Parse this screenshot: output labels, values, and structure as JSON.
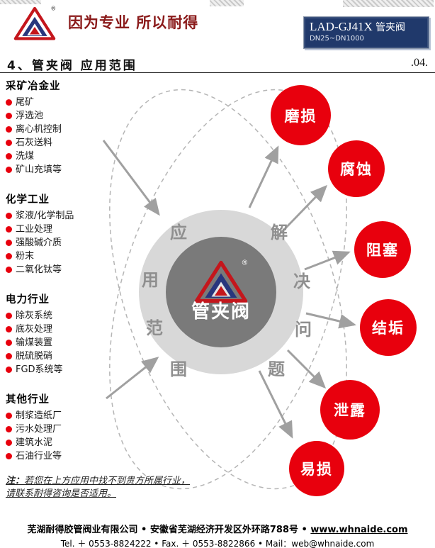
{
  "logo": {
    "reg_mark": "®"
  },
  "header": {
    "slogan": "因为专业 所以耐得",
    "product_box": {
      "model": "LAD-GJ41X",
      "name": "管夹阀",
      "range": "DN25~DN1000"
    }
  },
  "section": {
    "title": "4、管夹阀 应用范围",
    "page_number": ".04."
  },
  "industries": {
    "sections": [
      {
        "title": "采矿冶金业",
        "items": [
          "尾矿",
          "浮选池",
          "离心机控制",
          "石灰送料",
          "洗煤",
          "矿山充填等"
        ]
      },
      {
        "title": "化学工业",
        "items": [
          "浆液/化学制品",
          "工业处理",
          "强酸碱介质",
          "粉末",
          "二氧化钛等"
        ]
      },
      {
        "title": "电力行业",
        "items": [
          "除灰系统",
          "底灰处理",
          "输煤装置",
          "脱硫脱硝",
          "FGD系统等"
        ]
      },
      {
        "title": "其他行业",
        "items": [
          "制浆造纸厂",
          "污水处理厂",
          "建筑水泥",
          "石油行业等"
        ]
      }
    ]
  },
  "diagram": {
    "center_label": "管夹阀",
    "left_arc": [
      "应",
      "用",
      "范",
      "围"
    ],
    "right_arc": [
      "解",
      "决",
      "问",
      "题"
    ],
    "problems": [
      "磨损",
      "腐蚀",
      "阻塞",
      "结垢",
      "泄露",
      "易损"
    ],
    "colors": {
      "problem_circle": "#e8000d",
      "outer_circle": "#d8d8d8",
      "inner_circle": "#7a7a7a"
    }
  },
  "note": {
    "prefix": "注：",
    "line1": "若您在上方应用中找不到贵方所属行业，",
    "line2": "请联系耐得咨询是否适用。"
  },
  "footer": {
    "company": "芜湖耐得胶管阀业有限公司",
    "address": "安徽省芜湖经济开发区外环路788号",
    "sep": "•",
    "website": "www.whnaide.com",
    "contact": "Tel. ＋ 0553-8824222 • Fax. ＋ 0553-8822866 • Mail：web@whnaide.com"
  }
}
